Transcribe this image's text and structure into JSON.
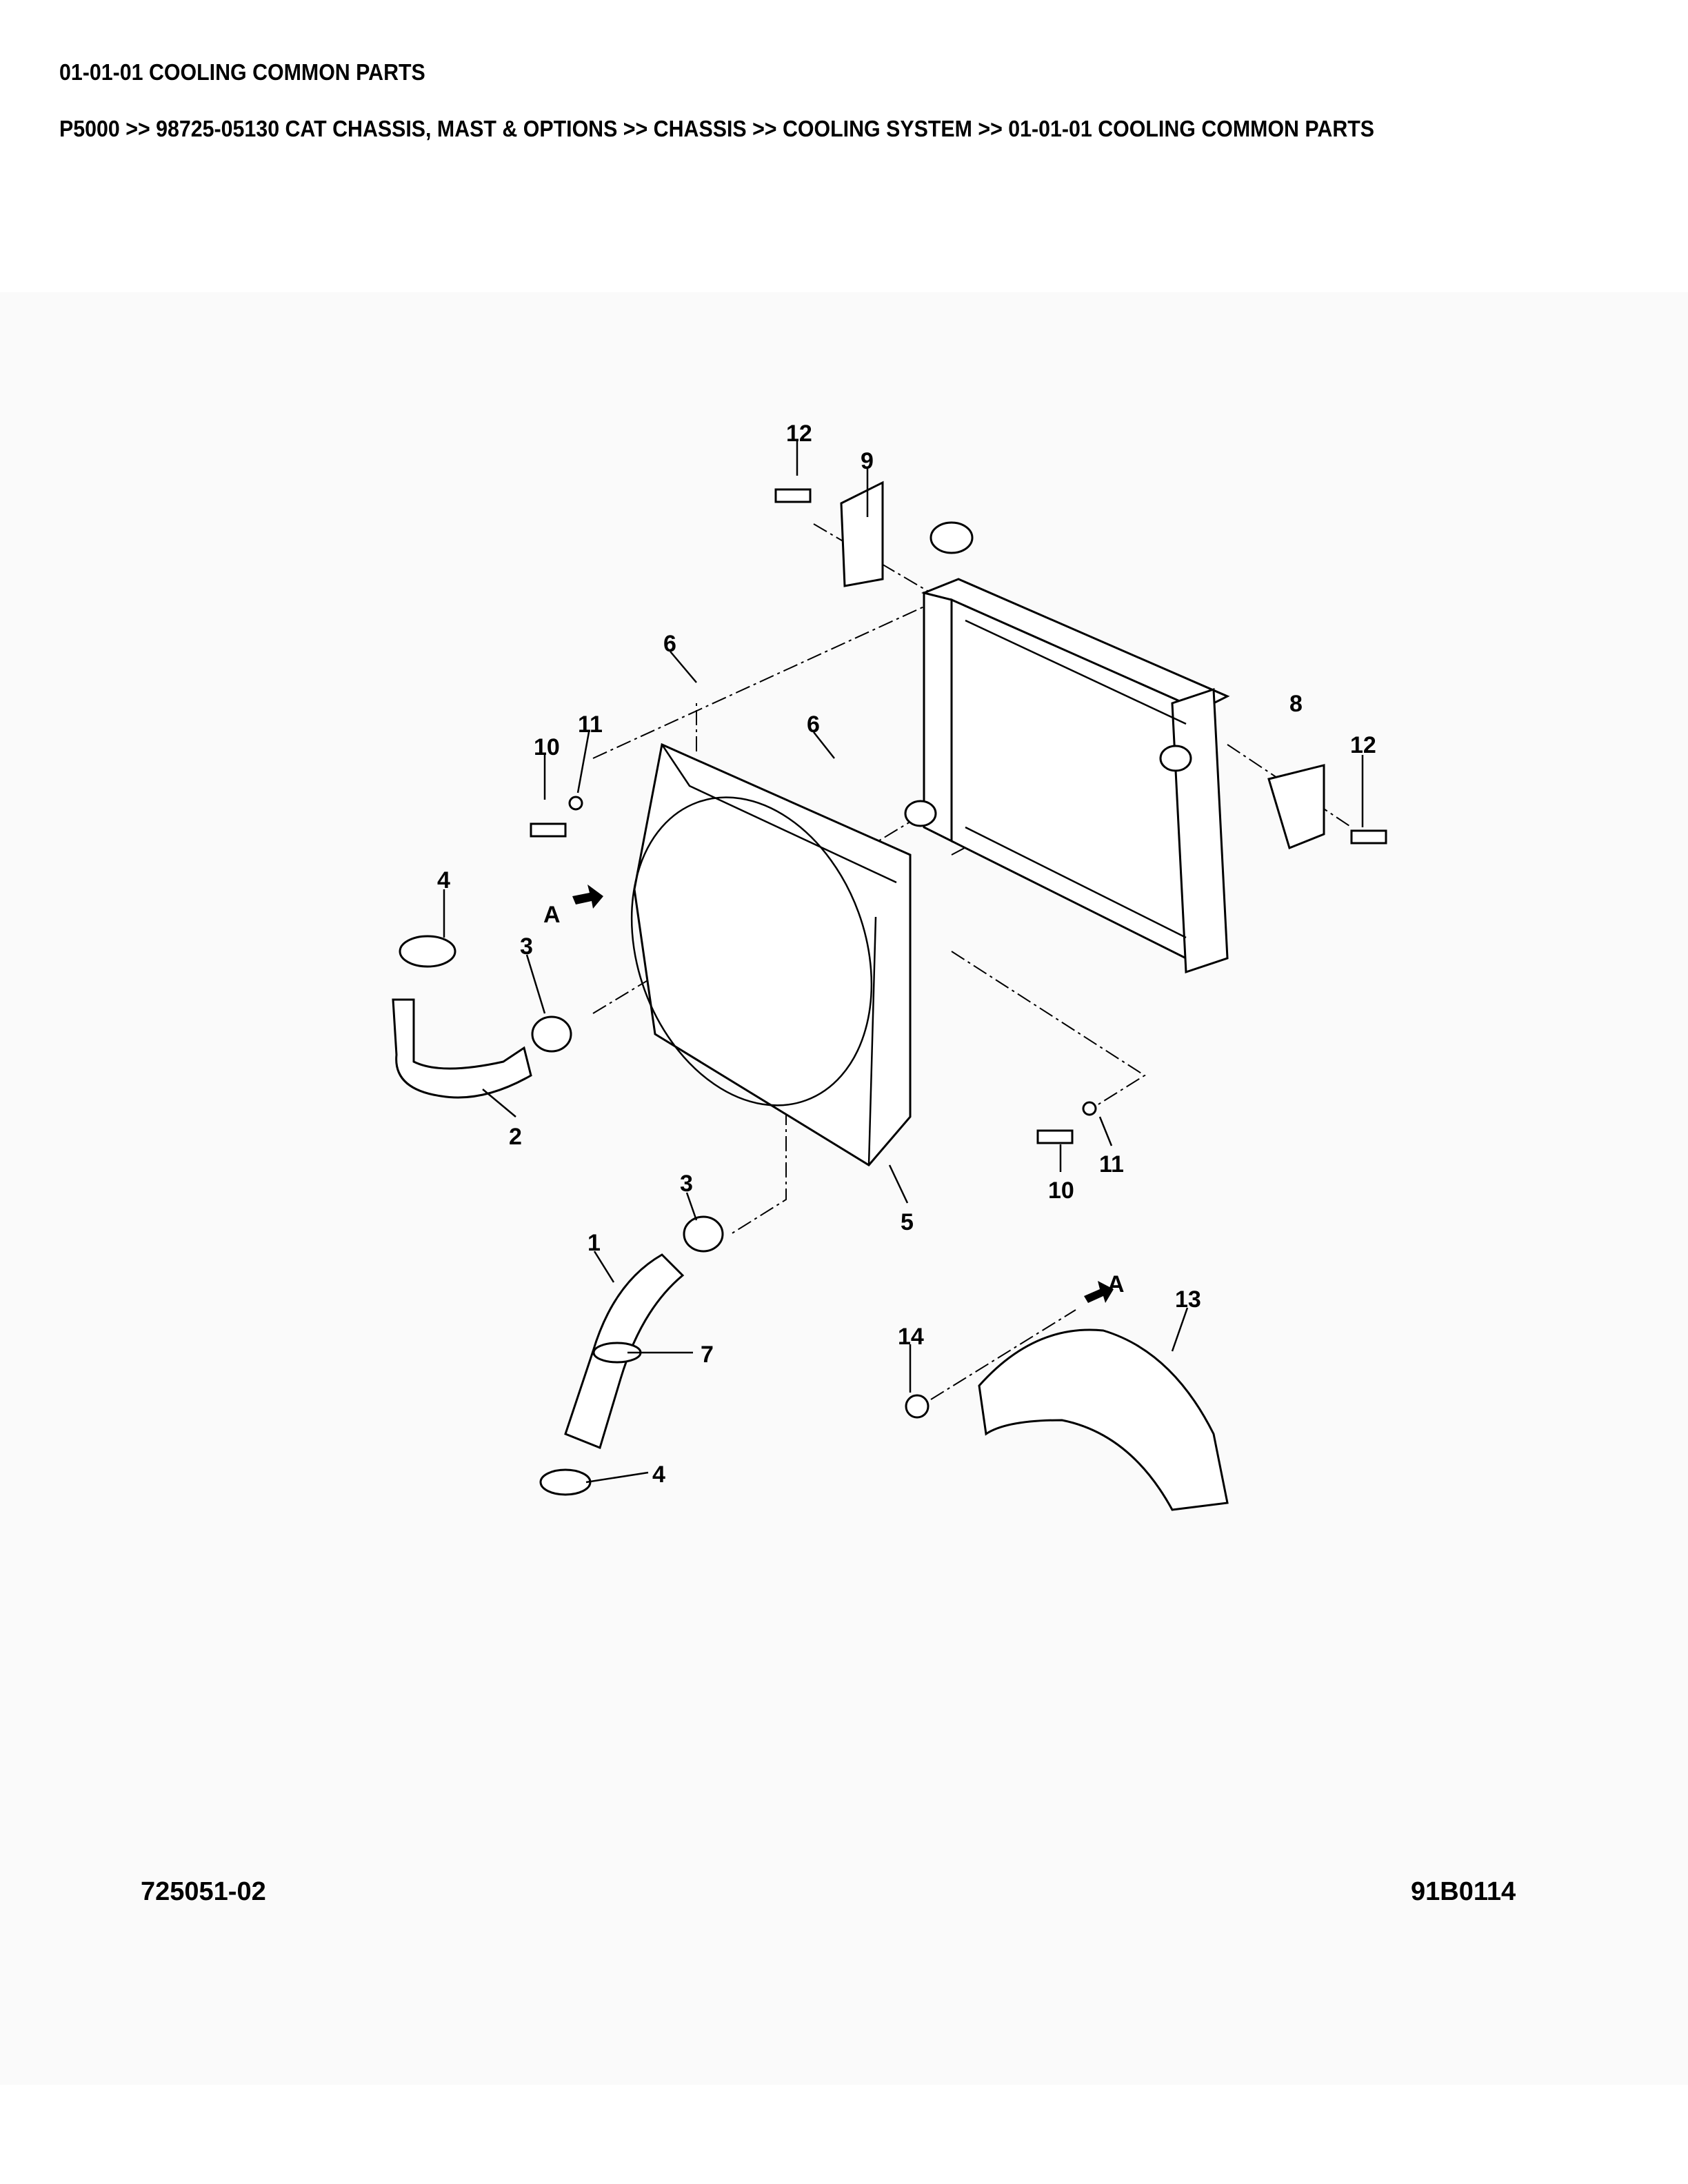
{
  "page_title": "01-01-01 COOLING COMMON PARTS",
  "breadcrumb": "P5000 >> 98725-05130 CAT CHASSIS, MAST & OPTIONS >> CHASSIS >> COOLING SYSTEM >> 01-01-01 COOLING COMMON PARTS",
  "diagram": {
    "callouts": {
      "c12a": "12",
      "c9": "9",
      "c6a": "6",
      "c6b": "6",
      "c10a": "10",
      "c11a": "11",
      "c8": "8",
      "c12b": "12",
      "c4a": "4",
      "cAa": "A",
      "c3a": "3",
      "c2": "2",
      "c10b": "10",
      "c11b": "11",
      "c5": "5",
      "c3b": "3",
      "c1": "1",
      "c7": "7",
      "cAb": "A",
      "c13": "13",
      "c14": "14",
      "c4b": "4"
    },
    "footer_left": "725051-02",
    "footer_right": "91B0114"
  }
}
